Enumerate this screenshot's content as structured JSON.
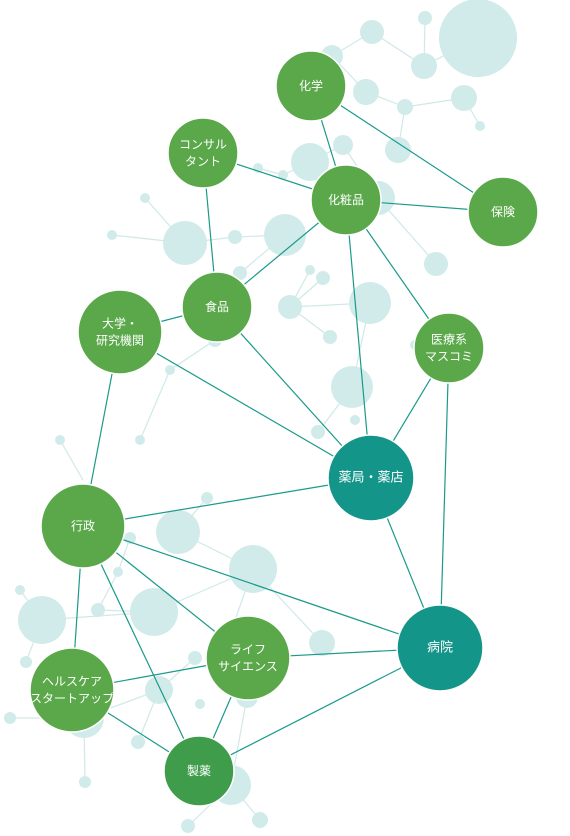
{
  "colors": {
    "green_node": "#5aa84a",
    "green_node_stroke": "#ffffff",
    "green_dark_node": "#3e9c4a",
    "teal_node": "#14958a",
    "edge": "#1a9a8a",
    "bg_circle": "#d1ebea",
    "bg_line": "#cfe9e8",
    "label": "#ffffff"
  },
  "nodes": [
    {
      "id": "chem",
      "lines": [
        "化学"
      ],
      "style": "green"
    },
    {
      "id": "consult",
      "lines": [
        "コンサル",
        "タント"
      ],
      "style": "green"
    },
    {
      "id": "cosme",
      "lines": [
        "化粧品"
      ],
      "style": "green"
    },
    {
      "id": "insurance",
      "lines": [
        "保険"
      ],
      "style": "green"
    },
    {
      "id": "food",
      "lines": [
        "食品"
      ],
      "style": "green"
    },
    {
      "id": "univ",
      "lines": [
        "大学・",
        "研究機関"
      ],
      "style": "green"
    },
    {
      "id": "media",
      "lines": [
        "医療系",
        "マスコミ"
      ],
      "style": "green"
    },
    {
      "id": "pharmacy",
      "lines": [
        "薬局・薬店"
      ],
      "style": "teal"
    },
    {
      "id": "gov",
      "lines": [
        "行政"
      ],
      "style": "green"
    },
    {
      "id": "hospital",
      "lines": [
        "病院"
      ],
      "style": "teal"
    },
    {
      "id": "life",
      "lines": [
        "ライフ",
        "サイエンス"
      ],
      "style": "green"
    },
    {
      "id": "startup",
      "lines": [
        "ヘルスケア",
        "スタートアップ"
      ],
      "style": "green"
    },
    {
      "id": "pharma",
      "lines": [
        "製薬"
      ],
      "style": "green_dark"
    }
  ],
  "edges": [
    [
      "chem",
      "cosme"
    ],
    [
      "chem",
      "insurance"
    ],
    [
      "consult",
      "cosme"
    ],
    [
      "consult",
      "food"
    ],
    [
      "cosme",
      "insurance"
    ],
    [
      "cosme",
      "food"
    ],
    [
      "cosme",
      "media"
    ],
    [
      "cosme",
      "pharmacy"
    ],
    [
      "food",
      "univ"
    ],
    [
      "food",
      "pharmacy"
    ],
    [
      "univ",
      "pharmacy"
    ],
    [
      "univ",
      "gov"
    ],
    [
      "media",
      "pharmacy"
    ],
    [
      "media",
      "hospital"
    ],
    [
      "pharmacy",
      "gov"
    ],
    [
      "pharmacy",
      "hospital"
    ],
    [
      "gov",
      "hospital"
    ],
    [
      "gov",
      "life"
    ],
    [
      "gov",
      "startup"
    ],
    [
      "gov",
      "pharma"
    ],
    [
      "life",
      "hospital"
    ],
    [
      "life",
      "startup"
    ],
    [
      "life",
      "pharma"
    ],
    [
      "startup",
      "pharma"
    ],
    [
      "pharma",
      "hospital"
    ]
  ]
}
